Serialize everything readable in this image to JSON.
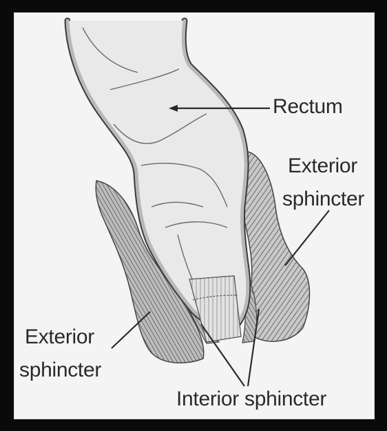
{
  "labels": {
    "rectum": "Rectum",
    "exterior_right_line1": "Exterior",
    "exterior_right_line2": "sphincter",
    "exterior_left_line1": "Exterior",
    "exterior_left_line2": "sphincter",
    "interior": "Interior sphincter"
  },
  "colors": {
    "frame": "#0a0a0a",
    "panel": "#f4f4f4",
    "outline": "#3a3a3a",
    "wall_fill": "#b8b8b8",
    "lumen_fill": "#e9e9e9",
    "muscle_fill": "#a9a9a9",
    "text": "#2a2a2a"
  }
}
